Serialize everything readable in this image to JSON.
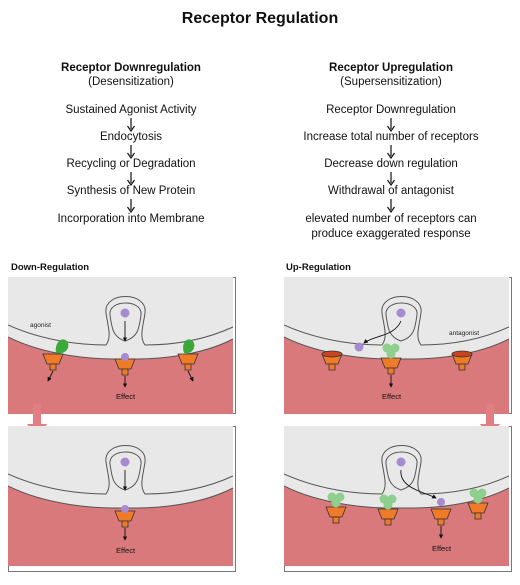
{
  "title": "Receptor Regulation",
  "left": {
    "heading": "Receptor Downregulation",
    "subheading": "(Desensitization)",
    "steps": [
      "Sustained Agonist Activity",
      "Endocytosis",
      "Recycling or Degradation",
      "Synthesis of New Protein",
      "Incorporation into Membrane"
    ]
  },
  "right": {
    "heading": "Receptor Upregulation",
    "subheading": "(Supersensitization)",
    "steps": [
      "Receptor Downregulation",
      "Increase total number of receptors",
      "Decrease down regulation",
      "Withdrawal of antagonist",
      "elevated number of receptors can",
      "produce exaggerated response"
    ]
  },
  "panels": {
    "down_title": "Down-Regulation",
    "up_title": "Up-Regulation",
    "agonist_label": "agonist",
    "antagonist_label": "antagonist",
    "effect_label": "Effect"
  },
  "colors": {
    "cytoplasm": "#d9797b",
    "membrane": "#e8e8e8",
    "receptor": "#ef7a27",
    "agonist": "#3aa83a",
    "ligand_up": "#8ecf8e",
    "vesicle_dot": "#a78bd0",
    "transition_arrow": "#e27d84"
  }
}
